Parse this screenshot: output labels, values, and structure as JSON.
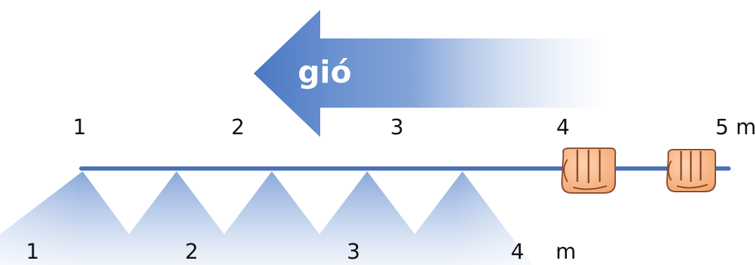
{
  "wind": {
    "label": "gió",
    "direction": "left",
    "arrow_color": "#4a78c4"
  },
  "top_scale": {
    "ticks": [
      "1",
      "2",
      "3",
      "4",
      "5"
    ],
    "unit": "m",
    "rope_color": "#4a72b5"
  },
  "bottom_scale": {
    "ticks": [
      "1",
      "2",
      "3",
      "4"
    ],
    "unit": "m",
    "peak_count": 5,
    "fill_color": "#4a78c4"
  },
  "hands": [
    {
      "name": "fist",
      "count": 2,
      "color": "#f6b788"
    }
  ]
}
